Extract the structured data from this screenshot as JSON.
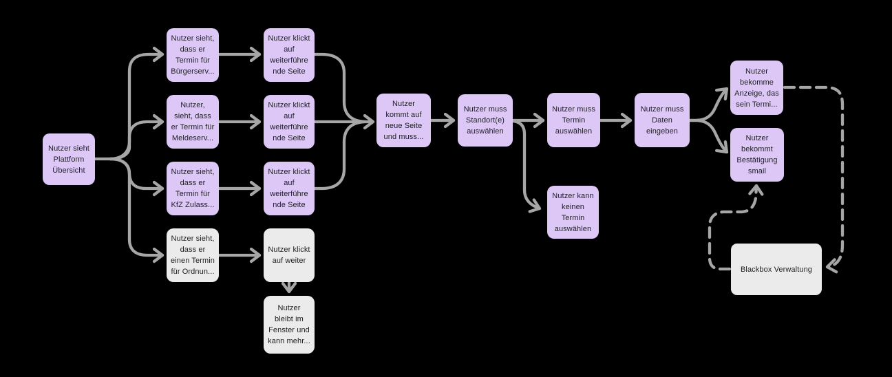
{
  "canvas": {
    "background_color": "#000000",
    "connector_color": "#A6A6A6",
    "text_color": "#1E1E22"
  },
  "palette": {
    "purple_node": "#DCC7F7",
    "gray_node": "#EBEBEB"
  },
  "nodes": [
    {
      "id": "plattform-uebersicht",
      "label": "Nutzer sieht\nPlattform\nÜbersicht",
      "color": "purple_node"
    },
    {
      "id": "termin-buergerservice",
      "label": "Nutzer sieht,\ndass er\nTermin für\nBürgerserv...",
      "color": "purple_node"
    },
    {
      "id": "klickt-weiterfuehrende-1",
      "label": "Nutzer klickt\nauf\nweiterführe\nnde Seite",
      "color": "purple_node"
    },
    {
      "id": "termin-meldeservice",
      "label": "Nutzer,\nsieht, dass\ner Termin für\nMeldeserv...",
      "color": "purple_node"
    },
    {
      "id": "klickt-weiterfuehrende-2",
      "label": "Nutzer klickt\nauf\nweiterführe\nnde Seite",
      "color": "purple_node"
    },
    {
      "id": "termin-kfz-zulassung",
      "label": "Nutzer sieht,\ndass er\nTermin für\nKfZ Zulass...",
      "color": "purple_node"
    },
    {
      "id": "klickt-weiterfuehrende-3",
      "label": "Nutzer klickt\nauf\nweiterführe\nnde Seite",
      "color": "purple_node"
    },
    {
      "id": "termin-ordnungsamt",
      "label": "Nutzer sieht,\ndass er\neinen Termin\nfür Ordnun...",
      "color": "gray_node"
    },
    {
      "id": "klickt-auf-weiter",
      "label": "Nutzer klickt\nauf weiter",
      "color": "gray_node"
    },
    {
      "id": "bleibt-im-fenster",
      "label": "Nutzer\nbleibt im\nFenster und\nkann mehr...",
      "color": "gray_node"
    },
    {
      "id": "kommt-auf-neue-seite",
      "label": "Nutzer\nkommt auf\nneue Seite\nund muss...",
      "color": "purple_node"
    },
    {
      "id": "standort-auswaehlen",
      "label": "Nutzer muss\nStandort(e)\nauswählen",
      "color": "purple_node"
    },
    {
      "id": "termin-auswaehlen",
      "label": "Nutzer muss\nTermin\nauswählen",
      "color": "purple_node"
    },
    {
      "id": "kein-termin",
      "label": "Nutzer kann\nkeinen\nTermin\nauswählen",
      "color": "purple_node"
    },
    {
      "id": "daten-eingeben",
      "label": "Nutzer muss\nDaten\neingeben",
      "color": "purple_node"
    },
    {
      "id": "anzeige-termin",
      "label": "Nutzer\nbekomme\nAnzeige, das\nsein Termi...",
      "color": "purple_node"
    },
    {
      "id": "bestaetigungsmail",
      "label": "Nutzer\nbekommt\nBestätigung\nsmail",
      "color": "purple_node"
    },
    {
      "id": "blackbox-verwaltung",
      "label": "Blackbox Verwaltung",
      "color": "gray_node"
    }
  ]
}
